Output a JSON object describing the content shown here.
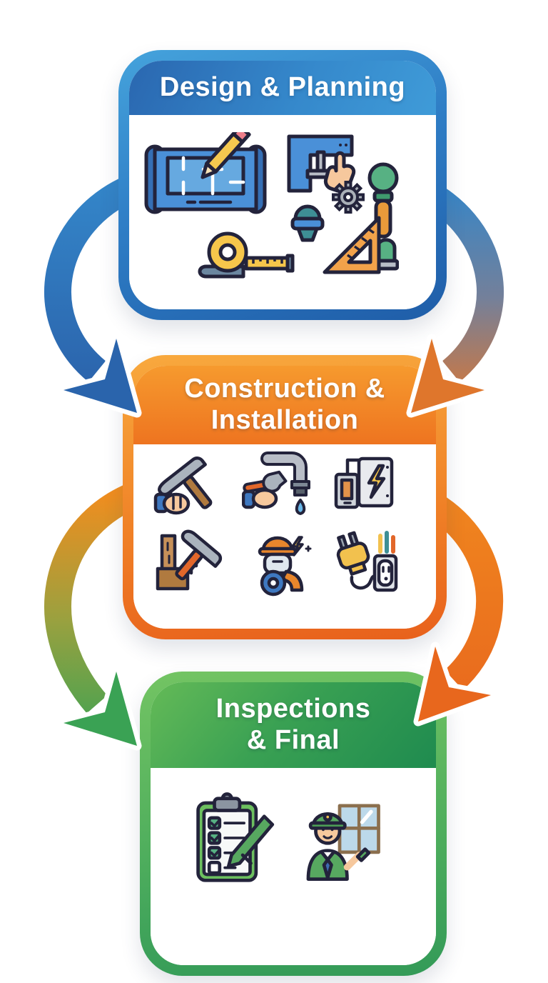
{
  "background_color": "#ffffff",
  "diagram": {
    "type": "process-flow",
    "stages": [
      {
        "title": "Design & Planning",
        "title_lines": [
          "Design & Planning",
          ""
        ],
        "accent_color": "#2f7ec6",
        "header_gradient": [
          "#3f9bd8",
          "#2a67b0"
        ],
        "icons": [
          "blueprint-pencil-icon",
          "clamp-tool-icon",
          "gear-icon",
          "flashlight-icon",
          "plumb-bob-icon",
          "set-square-icon",
          "tape-measure-icon"
        ]
      },
      {
        "title": "Construction & Installation",
        "title_lines": [
          "Construction &",
          "Installation"
        ],
        "accent_color": "#ee7420",
        "header_gradient": [
          "#f69a2e",
          "#ee7420"
        ],
        "icons": [
          "hammer-hand-icon",
          "wrench-pipe-icon",
          "electrical-panel-icon",
          "hammer-wood-icon",
          "worker-pipe-icon",
          "plug-outlet-icon"
        ]
      },
      {
        "title": "Inspections & Final",
        "title_lines": [
          "Inspections",
          "& Final"
        ],
        "accent_color": "#3aa153",
        "header_gradient": [
          "#64ba57",
          "#1f8b4f"
        ],
        "icons": [
          "checklist-clipboard-icon",
          "inspector-icon"
        ]
      }
    ],
    "arrows": [
      {
        "from": "Design & Planning",
        "to": "Construction & Installation",
        "side": "left",
        "color_start": "#3486c9",
        "color_end": "#2a5fa8"
      },
      {
        "from": "Design & Planning",
        "to": "Construction & Installation",
        "side": "right",
        "color_start": "#3486c9",
        "color_end": "#e0762e"
      },
      {
        "from": "Construction & Installation",
        "to": "Inspections & Final",
        "side": "left",
        "color_start": "#f08d1f",
        "color_end": "#3aa254"
      },
      {
        "from": "Construction & Installation",
        "to": "Inspections & Final",
        "side": "right",
        "color_start": "#f0861f",
        "color_end": "#e8671d"
      }
    ]
  }
}
